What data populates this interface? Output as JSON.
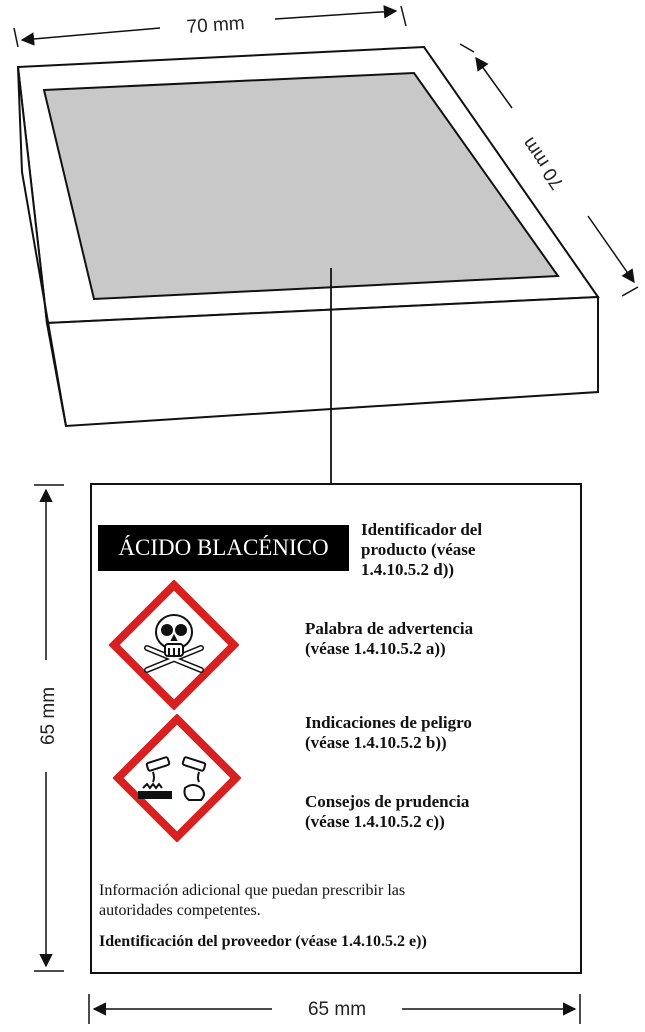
{
  "dimensions": {
    "package_width": "70 mm",
    "package_depth": "70 mm",
    "label_height": "65 mm",
    "label_width": "65 mm"
  },
  "label": {
    "product_name": "ÁCIDO BLACÉNICO",
    "callouts": {
      "product_identifier": {
        "line1": "Identificador del",
        "line2": "producto (véase",
        "line3": "1.4.10.5.2 d))"
      },
      "signal_word": {
        "line1": "Palabra de advertencia",
        "line2": "(véase 1.4.10.5.2 a))"
      },
      "hazard_statements": {
        "line1": "Indicaciones de peligro",
        "line2": "(véase 1.4.10.5.2 b))"
      },
      "precautionary_statements": {
        "line1": "Consejos de prudencia",
        "line2": "(véase 1.4.10.5.2 c))"
      }
    },
    "additional_info": {
      "line1": "Información adicional que puedan prescribir las",
      "line2": "autoridades competentes."
    },
    "supplier": "Identificación del proveedor (véase 1.4.10.5.2 e))"
  },
  "pictograms": [
    {
      "icon": "skull-crossbones-icon",
      "border_color": "#d7201f"
    },
    {
      "icon": "corrosion-icon",
      "border_color": "#d7201f"
    }
  ],
  "colors": {
    "package_top": "#c8c8c8",
    "pictogram_border": "#d7201f",
    "product_name_bg": "#000000"
  }
}
